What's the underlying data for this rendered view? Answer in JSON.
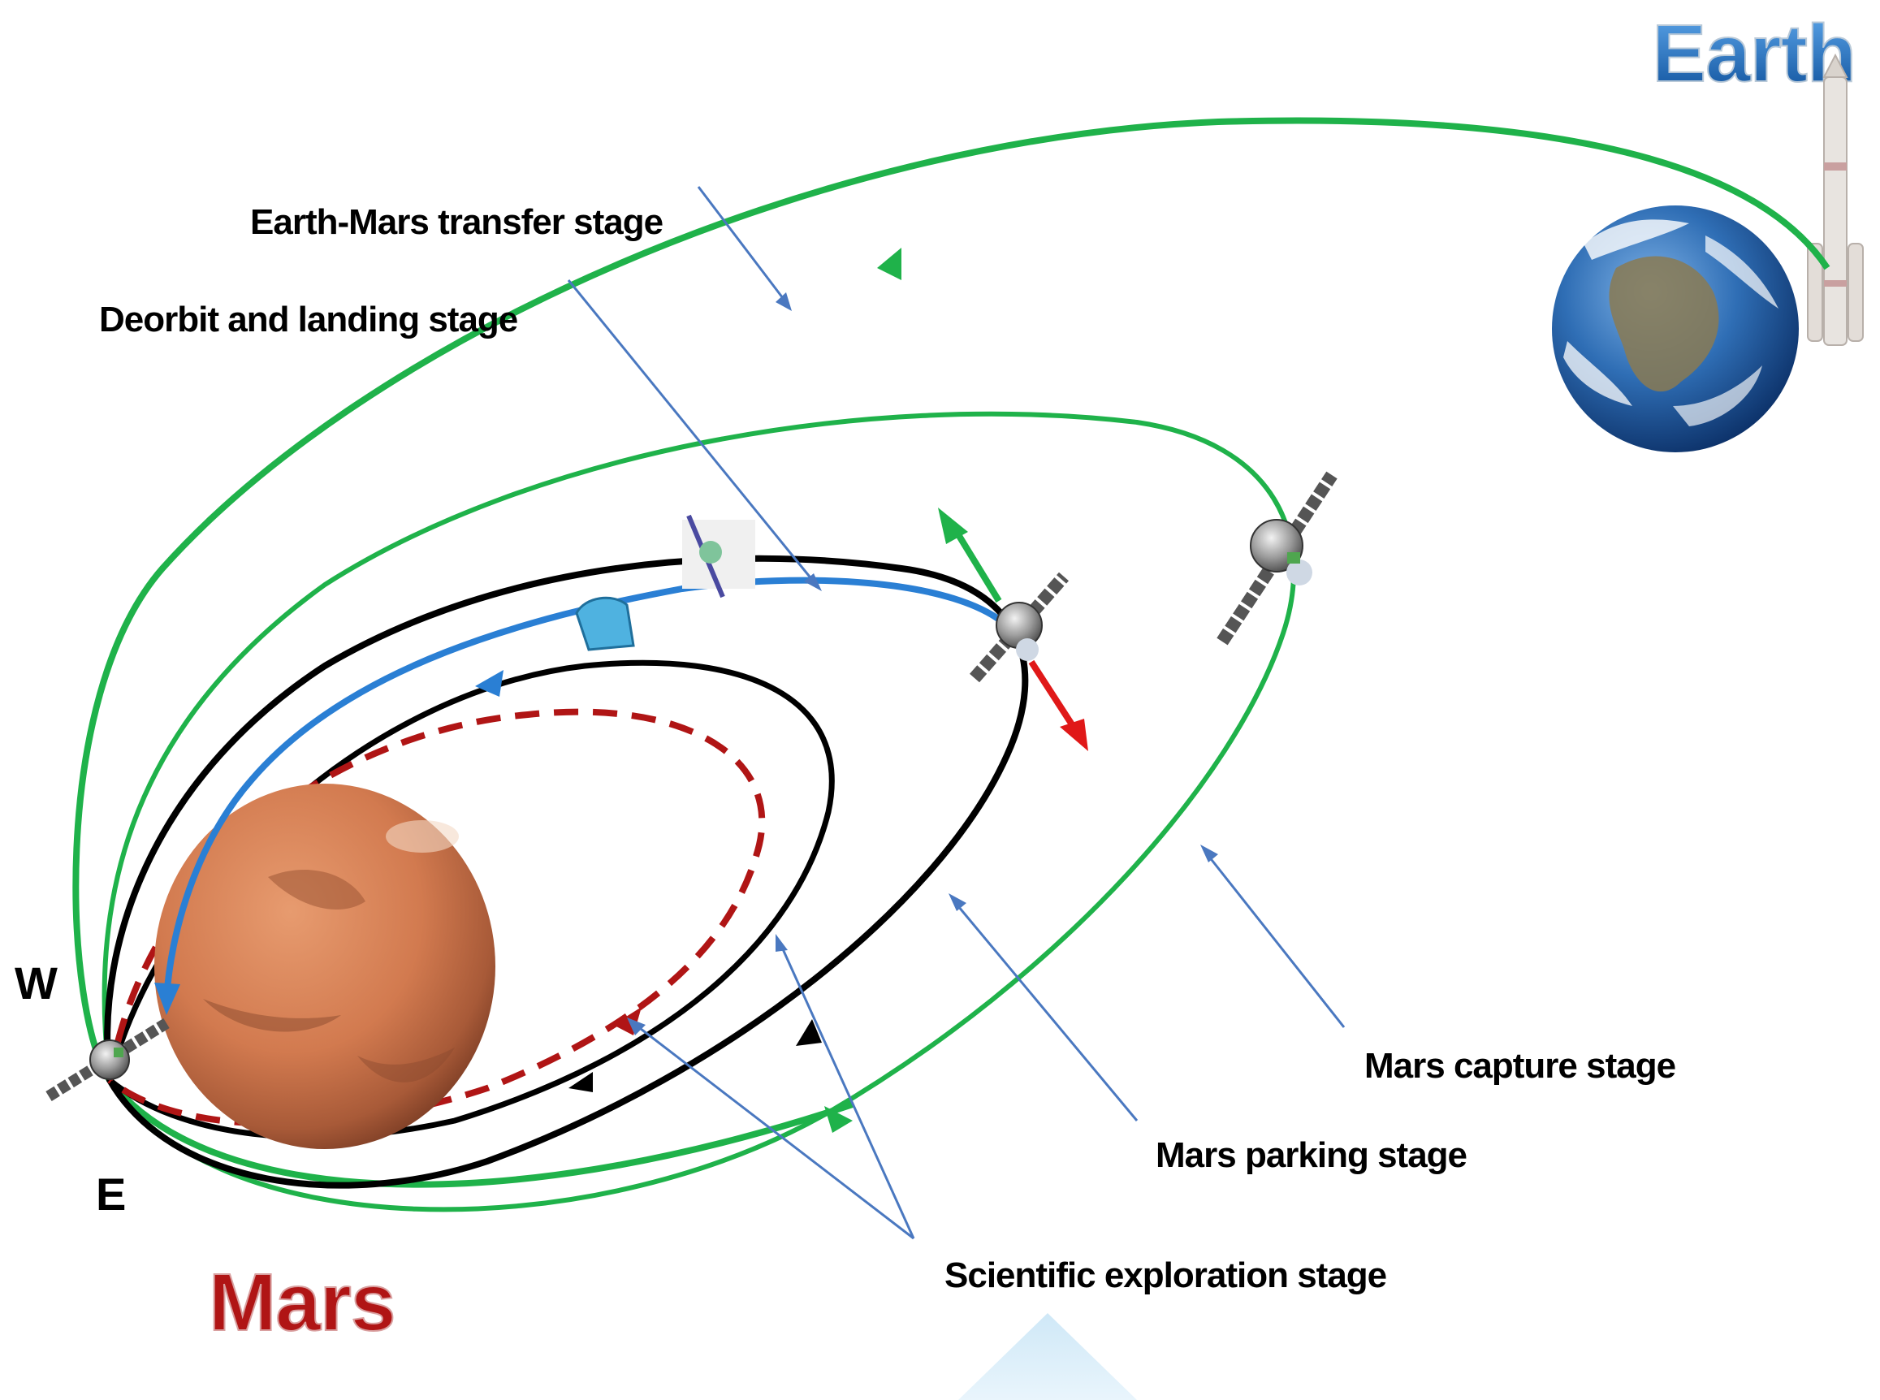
{
  "title_earth": "Earth",
  "title_mars": "Mars",
  "directions": {
    "west": "W",
    "east": "E"
  },
  "stage_labels": {
    "transfer": "Earth-Mars transfer stage",
    "deorbit": "Deorbit and landing stage",
    "capture": "Mars capture stage",
    "parking": "Mars parking stage",
    "scientific": "Scientific exploration stage"
  },
  "colors": {
    "transfer_orbit": "#1fb24a",
    "parking_orbit": "#000000",
    "science_orbit": "#b01515",
    "landing_path": "#2a7fd4",
    "pointer_lines": "#4a78c0",
    "earth_text": "#1a6fc4",
    "mars_text": "#b01515"
  },
  "icons": [
    "earth-globe-icon",
    "mars-planet-icon",
    "rocket-icon",
    "spacecraft-icon",
    "lander-capsule-icon"
  ]
}
